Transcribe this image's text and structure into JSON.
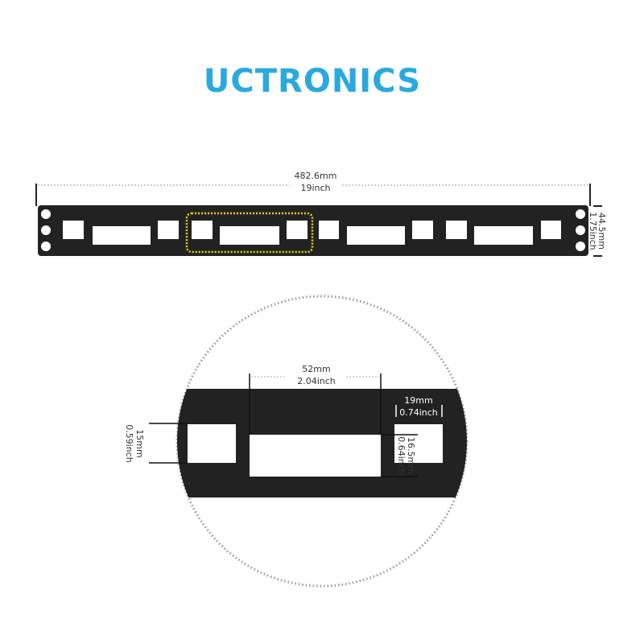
{
  "logo": {
    "text": "UCTRONICS",
    "color": "#2aa9e0"
  },
  "colors": {
    "panel": "#222222",
    "highlight": "#e8d800",
    "cutout": "#ffffff"
  },
  "overall": {
    "width_mm": "482.6mm",
    "width_inch": "19inch",
    "height_mm": "44.5mm",
    "height_inch": "1.75inch"
  },
  "detail": {
    "slot_width_mm": "52mm",
    "slot_width_inch": "2.04inch",
    "square_width_mm": "19mm",
    "square_width_inch": "0.74inch",
    "square_height_mm": "15mm",
    "square_height_inch": "0.59inch",
    "slot_height_mm": "16.5mm",
    "slot_height_inch": "0.64inch"
  }
}
